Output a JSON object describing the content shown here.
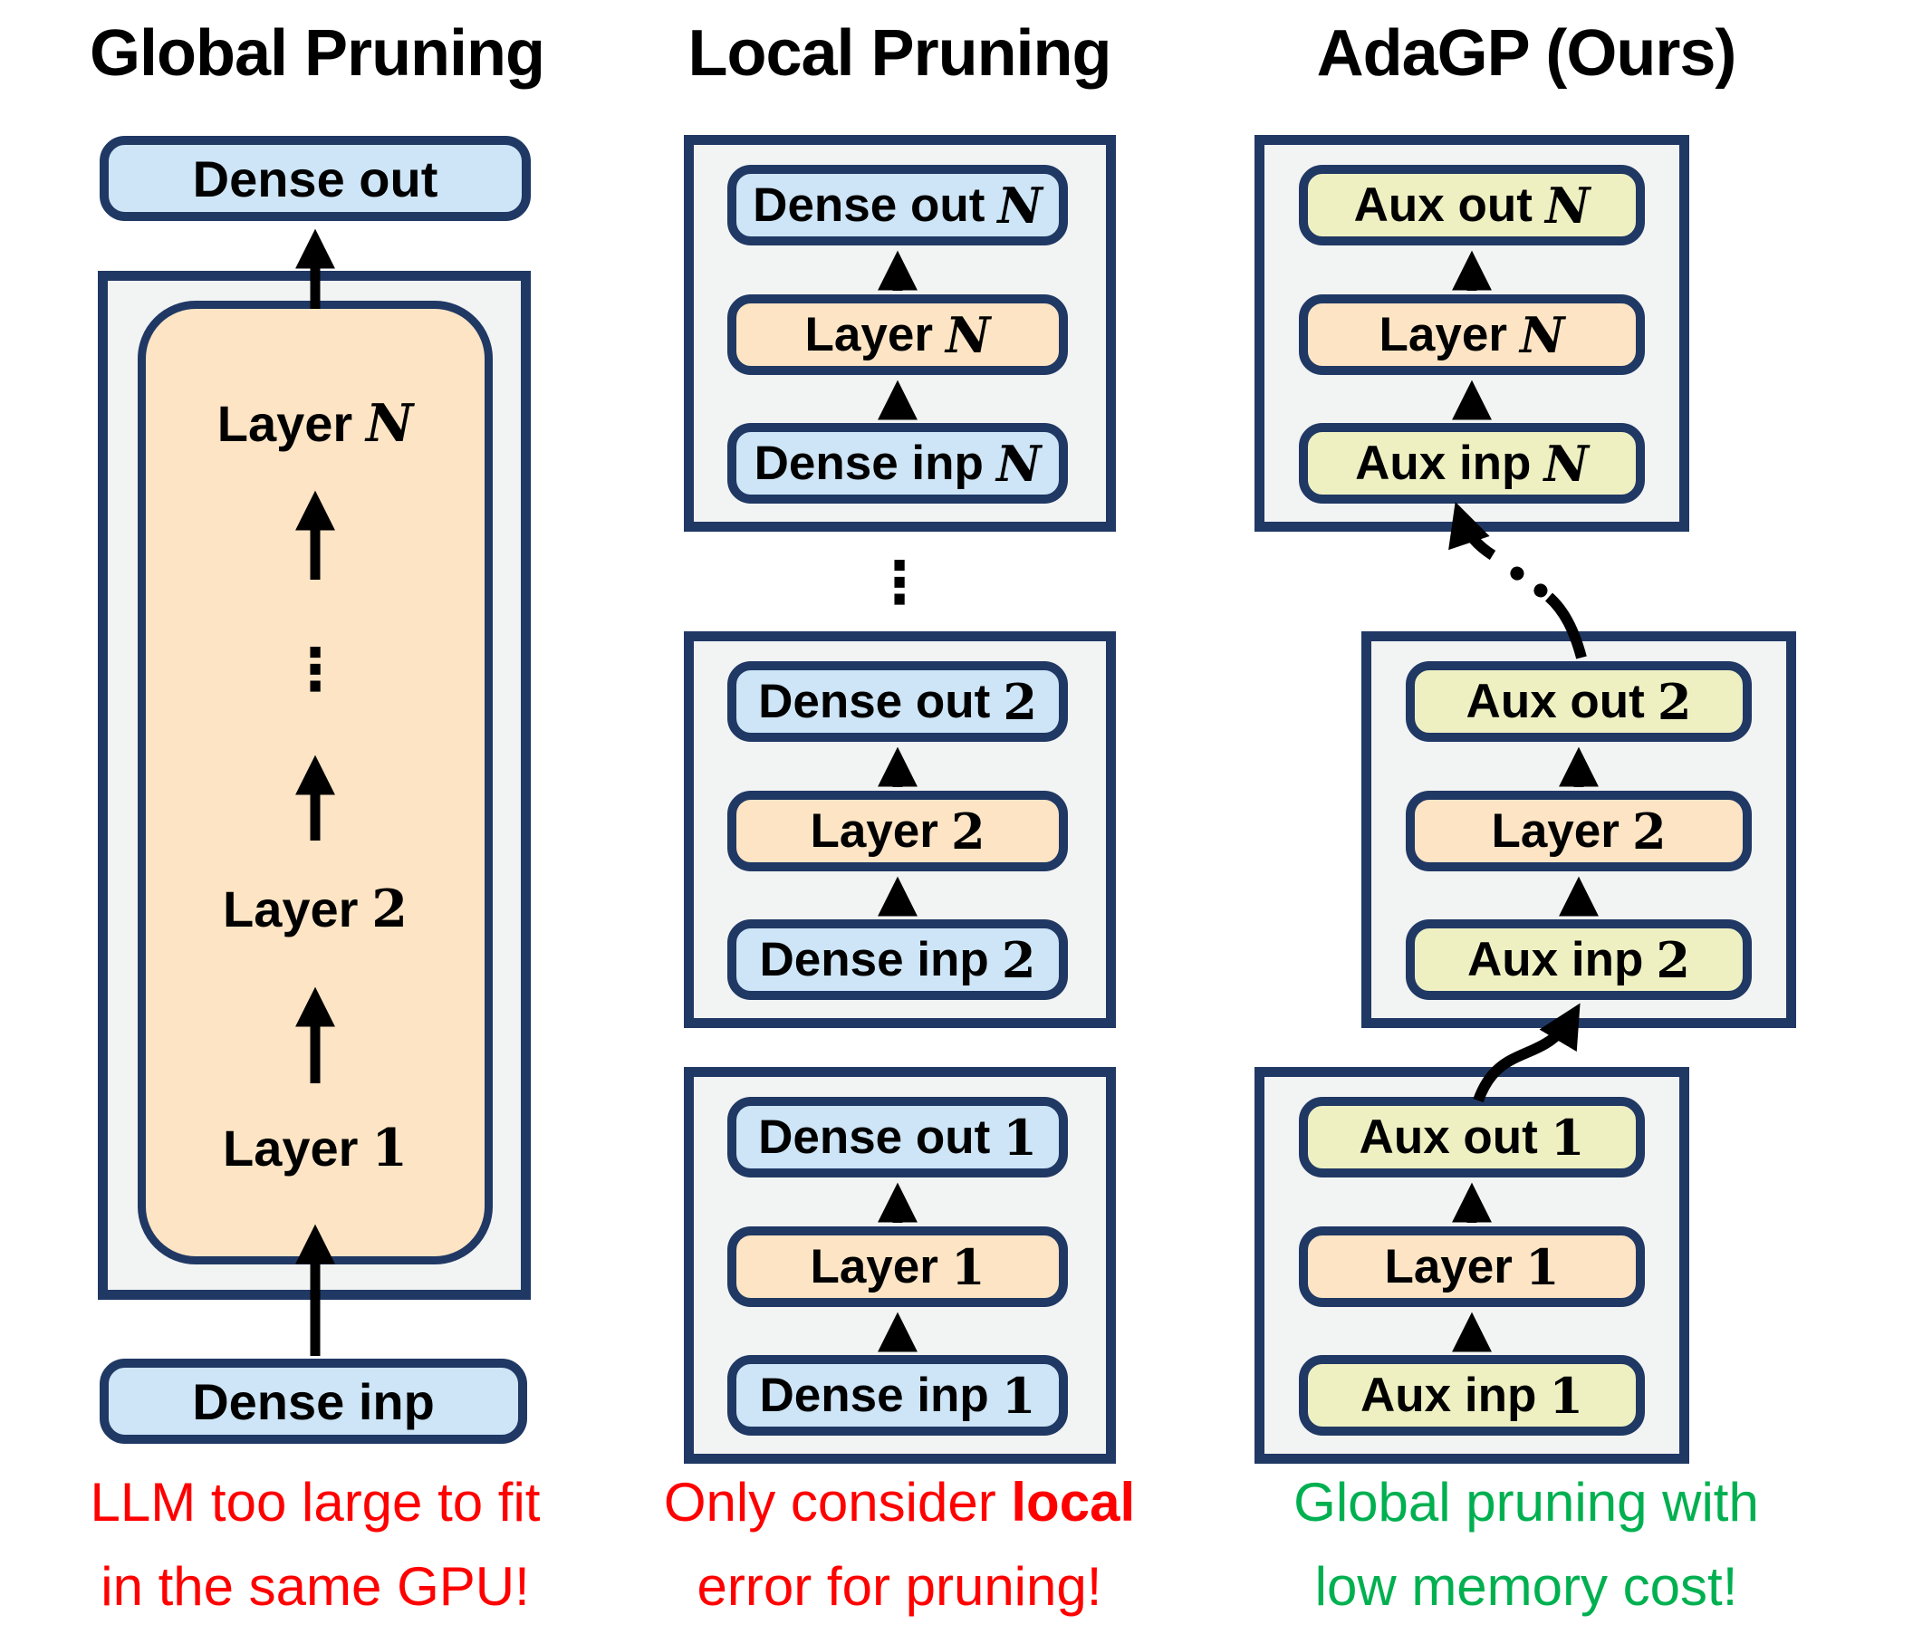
{
  "figure": {
    "colors": {
      "border_navy": "#203864",
      "box_blue": "#cde5f6",
      "box_orange": "#fce4c4",
      "box_yellow": "#eef0c2",
      "panel_gray": "#f2f3f3",
      "caption_red": "#ff0000",
      "caption_green": "#00b050",
      "arrow_black": "#000000"
    },
    "icons": {
      "vertical_ellipsis": "⋮"
    },
    "global": {
      "title": "Global Pruning",
      "dense_out": "Dense out",
      "layer_n": {
        "text": "Layer",
        "suffix": "N"
      },
      "layer_2": {
        "text": "Layer",
        "suffix": "2"
      },
      "layer_1": {
        "text": "Layer",
        "suffix": "1"
      },
      "ellipsis": "⋮",
      "dense_inp": "Dense inp",
      "caption_line1": "LLM too large to fit",
      "caption_line2": "in the same GPU!"
    },
    "local": {
      "title": "Local Pruning",
      "ellipsis": "⋮",
      "group_n": {
        "out": "Dense out",
        "out_sfx": "N",
        "layer": "Layer",
        "layer_sfx": "N",
        "inp": "Dense inp",
        "inp_sfx": "N"
      },
      "group_2": {
        "out": "Dense out",
        "out_sfx": "2",
        "layer": "Layer",
        "layer_sfx": "2",
        "inp": "Dense inp",
        "inp_sfx": "2"
      },
      "group_1": {
        "out": "Dense out",
        "out_sfx": "1",
        "layer": "Layer",
        "layer_sfx": "1",
        "inp": "Dense inp",
        "inp_sfx": "1"
      },
      "caption_line1_pre": "Only consider ",
      "caption_line1_bold": "local",
      "caption_line2": "error for pruning!"
    },
    "adagp": {
      "title": "AdaGP (Ours)",
      "group_n": {
        "out": "Aux out",
        "out_sfx": "N",
        "layer": "Layer",
        "layer_sfx": "N",
        "inp": "Aux inp",
        "inp_sfx": "N"
      },
      "group_2": {
        "out": "Aux out",
        "out_sfx": "2",
        "layer": "Layer",
        "layer_sfx": "2",
        "inp": "Aux inp",
        "inp_sfx": "2"
      },
      "group_1": {
        "out": "Aux out",
        "out_sfx": "1",
        "layer": "Layer",
        "layer_sfx": "1",
        "inp": "Aux inp",
        "inp_sfx": "1"
      },
      "caption_line1": "Global pruning with",
      "caption_line2": "low memory cost!"
    }
  }
}
